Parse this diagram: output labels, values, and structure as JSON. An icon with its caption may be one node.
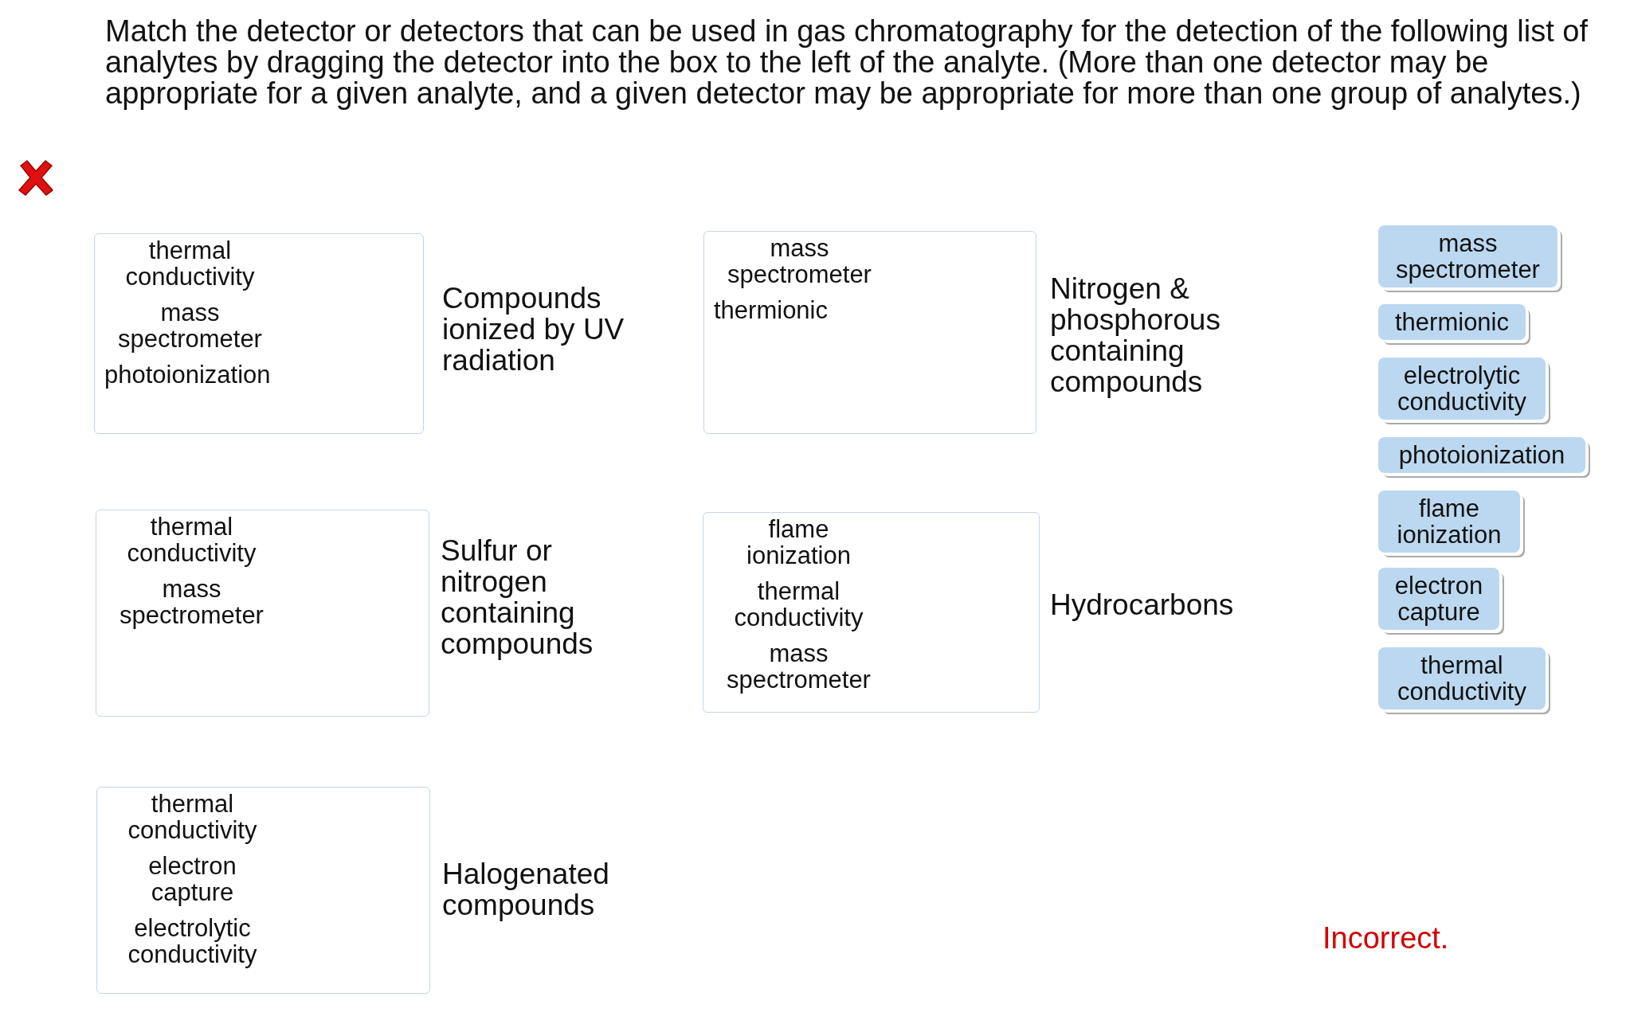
{
  "diagram": {
    "title": "Match the detector or detectors that can be used in gas chromatography for the detection of the following list of analytes by dragging the detector into the box to the left of the analyte. (More than one detector may be appropriate for a given analyte, and a given detector may be appropriate for more than one group of analytes.)",
    "nodes": [
      {
        "text": [],
        "shape": "box",
        "beside": [
          "Compounds ionized by UV radiation"
        ]
      },
      {
        "text": [
          "thermal conductivity"
        ],
        "in": 0
      },
      {
        "text": [
          "mass spectrometer"
        ],
        "in": 0
      },
      {
        "text": [
          "photoionization"
        ],
        "in": 0
      },
      {
        "text": [],
        "shape": "box",
        "beside": [
          "Nitrogen & phosphorous containing compounds"
        ]
      },
      {
        "text": [
          "mass spectrometer"
        ],
        "in": 4
      },
      {
        "text": [
          "thermionic"
        ],
        "in": 4
      },
      {
        "text": [],
        "shape": "box",
        "beside": [
          "Sulfur or nitrogen containing compounds"
        ]
      },
      {
        "text": [
          "thermal conductivity"
        ],
        "in": 7
      },
      {
        "text": [
          "mass spectrometer"
        ],
        "in": 7
      },
      {
        "text": [],
        "shape": "box",
        "beside": [
          "Hydrocarbons"
        ]
      },
      {
        "text": [
          "flame ionization"
        ],
        "in": 10
      },
      {
        "text": [
          "thermal conductivity"
        ],
        "in": 10
      },
      {
        "text": [
          "mass spectrometer"
        ],
        "in": 10
      },
      {
        "text": [],
        "shape": "box",
        "beside": [
          "Halogenated compounds"
        ]
      },
      {
        "text": [
          "thermal conductivity"
        ],
        "in": 14
      },
      {
        "text": [
          "electron capture"
        ],
        "in": 14
      },
      {
        "text": [
          "electrolytic conductivity"
        ],
        "in": 14
      },
      {
        "text": [
          "mass spectrometer"
        ]
      },
      {
        "text": [
          "thermionic"
        ]
      },
      {
        "text": [
          "electrolytic conductivity"
        ]
      },
      {
        "text": [
          "photoionization"
        ]
      },
      {
        "text": [
          "flame ionization"
        ]
      },
      {
        "text": [
          "electron capture"
        ]
      },
      {
        "text": [
          "thermal conductivity"
        ]
      }
    ],
    "edges": [],
    "labels": [
      "Incorrect."
    ]
  }
}
